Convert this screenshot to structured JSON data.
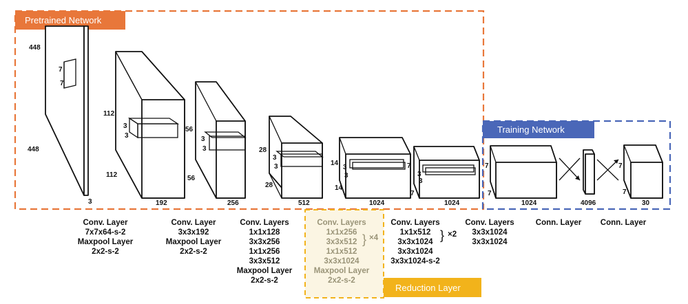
{
  "labels": {
    "pretrained": "Pretrained Network",
    "training": "Training Network",
    "reduction": "Reduction Layer"
  },
  "colors": {
    "pretrained": "#e8773a",
    "training": "#4a67b8",
    "reduction": "#f2b31b",
    "reduction_fill": "#fbf5e3"
  },
  "blocks": {
    "input": {
      "h": "448",
      "w": "448",
      "d": "3",
      "k1": "7",
      "k2": "7"
    },
    "b1": {
      "h": "112",
      "w": "112",
      "d": "192",
      "k1": "3",
      "k2": "3"
    },
    "b2": {
      "h": "56",
      "w": "56",
      "d": "256",
      "k1": "3",
      "k2": "3"
    },
    "b3": {
      "h": "28",
      "w": "28",
      "d": "512",
      "k1": "3",
      "k2": "3"
    },
    "b4": {
      "h": "14",
      "w": "14",
      "d": "1024",
      "k1": "3",
      "k2": "3"
    },
    "b5": {
      "h": "7",
      "w": "7",
      "d": "1024",
      "k1": "3",
      "k2": "3"
    },
    "b6": {
      "h": "7",
      "w": "7",
      "d": "1024"
    },
    "fc": {
      "d": "4096"
    },
    "out": {
      "h": "7",
      "w": "7",
      "d": "30"
    }
  },
  "captions": {
    "c1": [
      "Conv. Layer",
      "7x7x64-s-2",
      "Maxpool Layer",
      "2x2-s-2"
    ],
    "c2": [
      "Conv. Layer",
      "3x3x192",
      "Maxpool Layer",
      "2x2-s-2"
    ],
    "c3": [
      "Conv. Layers",
      "1x1x128",
      "3x3x256",
      "1x1x256",
      "3x3x512",
      "Maxpool Layer",
      "2x2-s-2"
    ],
    "c4": [
      "Conv. Layers",
      "1x1x256",
      "3x3x512",
      "1x1x512",
      "3x3x1024",
      "Maxpool Layer",
      "2x2-s-2"
    ],
    "c4_repeat": "×4",
    "c5": [
      "Conv. Layers",
      "1x1x512",
      "3x3x1024",
      "3x3x1024",
      "3x3x1024-s-2"
    ],
    "c5_repeat": "×2",
    "c6": [
      "Conv. Layers",
      "3x3x1024",
      "3x3x1024"
    ],
    "c7": [
      "Conn. Layer"
    ],
    "c8": [
      "Conn. Layer"
    ]
  }
}
